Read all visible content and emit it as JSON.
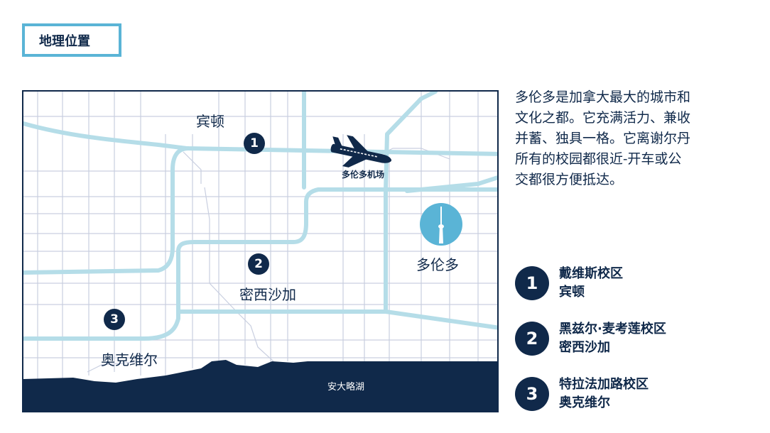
{
  "header": {
    "title": "地理位置"
  },
  "map": {
    "places": {
      "vaughan": "宾顿",
      "mississauga": "密西沙加",
      "oakville": "奥克维尔",
      "toronto": "多伦多",
      "airport": "多伦多机场",
      "lake": "安大略湖"
    },
    "markers": [
      "1",
      "2",
      "3"
    ],
    "colors": {
      "road": "#b5dde8",
      "grid": "#c9cfe0",
      "lake": "#10294a",
      "marker": "#10294a",
      "tower_circle": "#5ab4d6"
    },
    "icons": [
      "airplane-icon",
      "cn-tower-icon"
    ]
  },
  "description": {
    "lines": [
      "多伦多是加拿大最大的城市和",
      "文化之都。它充满活力、兼收",
      "并蓄、独具一格。它离谢尔丹",
      "所有的校园都很近-开车或公",
      "交都很方便抵达。"
    ]
  },
  "legend": [
    {
      "number": "1",
      "campus": "戴维斯校区",
      "city": "宾顿"
    },
    {
      "number": "2",
      "campus": "黑兹尔·麦考莲校区",
      "city": "密西沙加"
    },
    {
      "number": "3",
      "campus": "特拉法加路校区",
      "city": "奥克维尔"
    }
  ]
}
